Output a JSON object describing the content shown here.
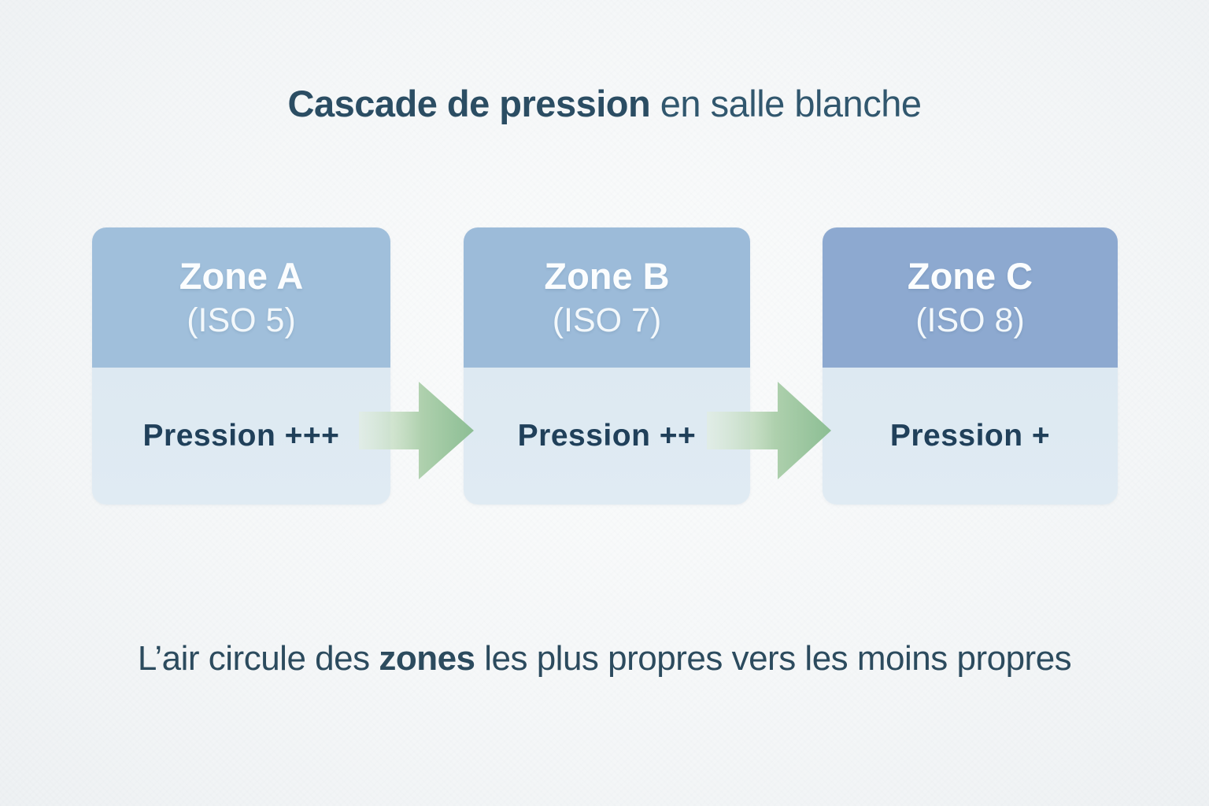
{
  "title": {
    "bold": "Cascade de pression",
    "regular": " en salle blanche"
  },
  "zones": [
    {
      "name": "Zone A",
      "iso": "(ISO 5)",
      "pressure": "Pression +++",
      "header_color": "#a0bfdb"
    },
    {
      "name": "Zone B",
      "iso": "(ISO 7)",
      "pressure": "Pression ++",
      "header_color": "#9cbbd9"
    },
    {
      "name": "Zone C",
      "iso": "(ISO 8)",
      "pressure": "Pression +",
      "header_color": "#8da9d0"
    }
  ],
  "caption": {
    "prefix": "L’air circule des ",
    "bold": "zones",
    "suffix": " les plus propres vers les moins propres"
  },
  "colors": {
    "background": "#f5f7f8",
    "card_body": "#dde9f2",
    "title_text": "#2b4d63",
    "pressure_text": "#20405a",
    "caption_text": "#2c4b5e",
    "arrow_green_start": "#e2eedd",
    "arrow_green_end": "#8cbe94"
  }
}
